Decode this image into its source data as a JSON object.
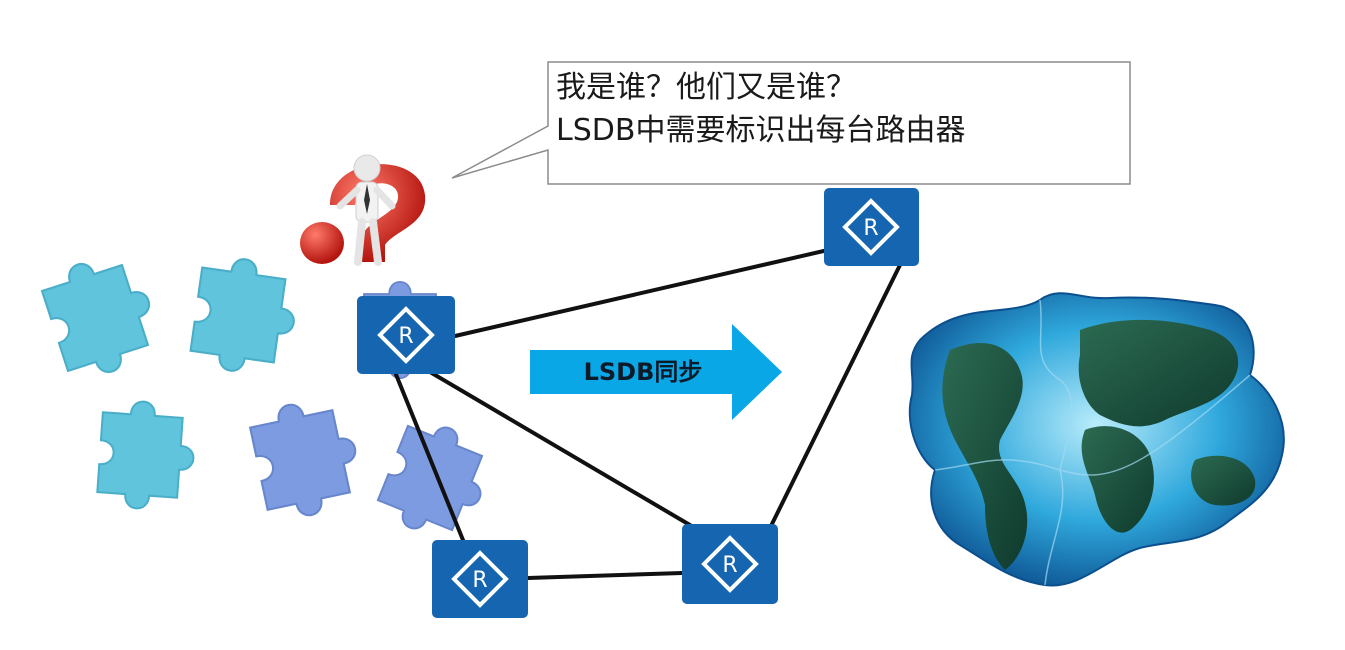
{
  "callout": {
    "line1": "我是谁？他们又是谁？",
    "line2": "LSDB中需要标识出每台路由器"
  },
  "sync_arrow": {
    "label": "LSDB同步"
  },
  "router": {
    "glyph": "R"
  },
  "colors": {
    "router_fill": "#1565b0",
    "arrow_fill": "#0aa7e6",
    "puzzle_light": "#5fc4dc",
    "puzzle_blue": "#7d9be0",
    "link_stroke": "#111111",
    "question_mark": "#d9261c"
  },
  "icons": {
    "router": "router-icon",
    "figure": "thinking-person-icon",
    "question": "question-mark-icon",
    "puzzle": "puzzle-piece-icon",
    "world": "world-map-puzzle-icon"
  }
}
